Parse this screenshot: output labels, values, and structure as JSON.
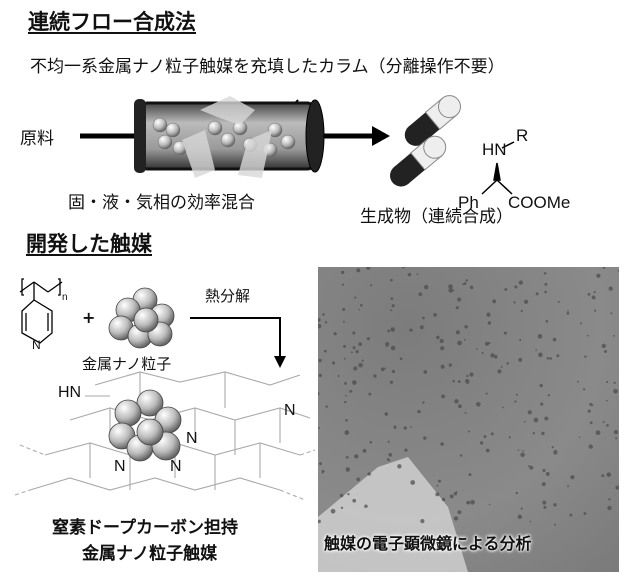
{
  "flow_section": {
    "heading": "連続フロー合成法",
    "column_label": "不均一系金属ナノ粒子触媒を充填したカラム（分離操作不要）",
    "input_label": "原料",
    "mixing_label": "固・液・気相の効率混合",
    "product_label": "生成物（連続合成）",
    "molecule": {
      "hn": "HN",
      "r": "R",
      "ph": "Ph",
      "ester": "COOMe"
    }
  },
  "catalyst_section": {
    "heading": "開発した触媒",
    "polymer_subscript": "n",
    "polymer_n": "N",
    "plus": "+",
    "nanoparticle_label": "金属ナノ粒子",
    "process_label": "熱分解",
    "sheet_atoms": [
      "HN",
      "N",
      "N",
      "N",
      "N"
    ],
    "caption_line1": "窒素ドープカーボン担持",
    "caption_line2": "金属ナノ粒子触媒",
    "micrograph_caption": "触媒の電子顕微鏡による分析"
  },
  "colors": {
    "ink": "#111111",
    "sheet": "#b0b0b0",
    "sphere": "#c8c8c8",
    "micrograph": "#808080"
  }
}
